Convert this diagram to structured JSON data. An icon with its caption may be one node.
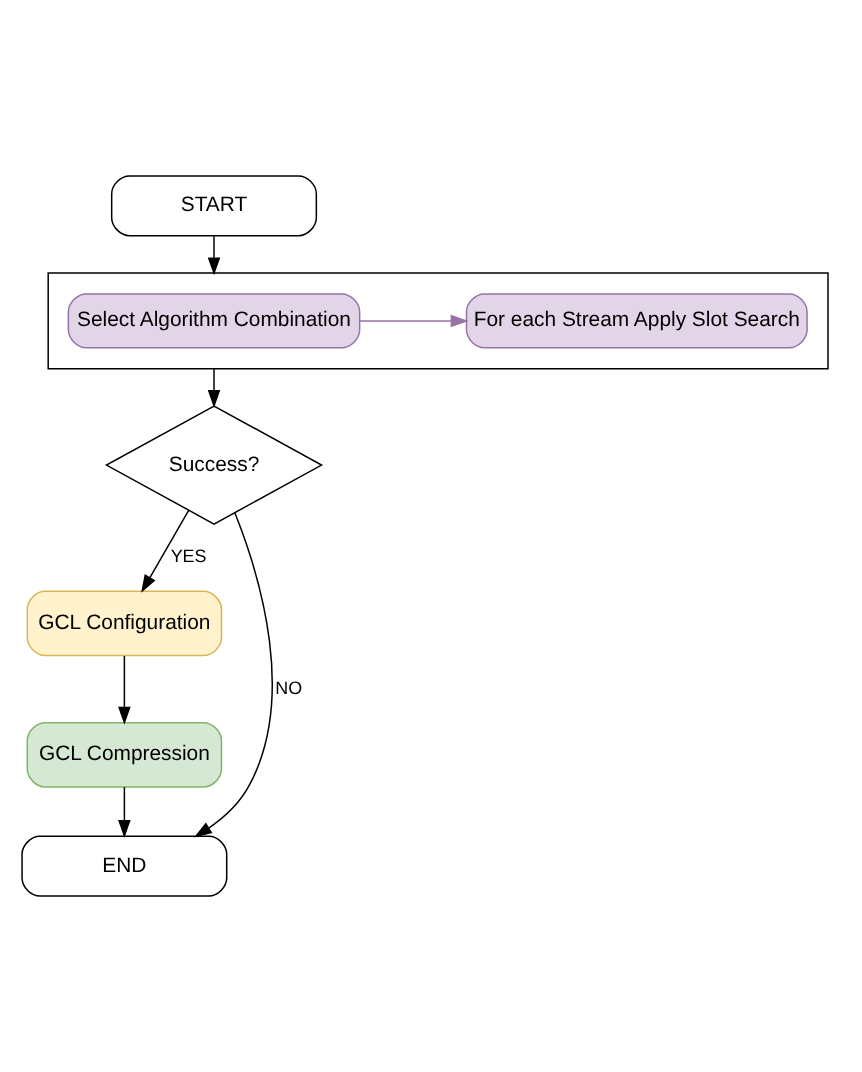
{
  "diagram": {
    "nodes": [
      {
        "text": [
          "START"
        ]
      },
      {
        "text": [],
        "shape": "box"
      },
      {
        "text": [
          "Select Algorithm Combination"
        ],
        "in": 1
      },
      {
        "text": [
          "For each Stream Apply Slot Search"
        ],
        "in": 1
      },
      {
        "text": [
          "Success?"
        ]
      },
      {
        "text": [
          "GCL Configuration"
        ]
      },
      {
        "text": [
          "GCL Compression"
        ]
      },
      {
        "text": [
          "END"
        ]
      }
    ],
    "edges": [
      {
        "from": 0,
        "to": 1,
        "arrow": "to"
      },
      {
        "from": 2,
        "to": 3,
        "arrow": "to",
        "color": "#9673a6"
      },
      {
        "from": 1,
        "to": 4,
        "arrow": "to"
      },
      {
        "from": 4,
        "to": 5,
        "arrow": "to",
        "label": "YES"
      },
      {
        "from": 5,
        "to": 6,
        "arrow": "to"
      },
      {
        "from": 6,
        "to": 7,
        "arrow": "to"
      },
      {
        "from": 4,
        "to": 7,
        "arrow": "to",
        "label": "NO"
      }
    ]
  }
}
